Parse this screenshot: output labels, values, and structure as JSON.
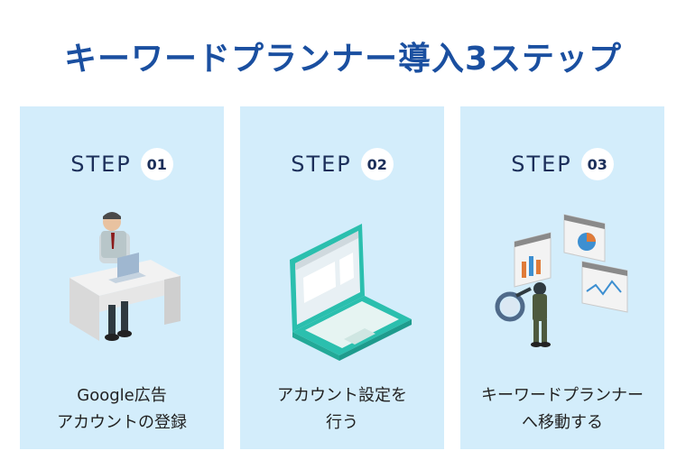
{
  "title": "キーワードプランナー導入3ステップ",
  "steps": [
    {
      "label": "STEP",
      "number": "01",
      "caption_lines": [
        "Google広告",
        "アカウントの登録"
      ]
    },
    {
      "label": "STEP",
      "number": "02",
      "caption_lines": [
        "アカウント設定を",
        "行う"
      ]
    },
    {
      "label": "STEP",
      "number": "03",
      "caption_lines": [
        "キーワードプランナー",
        "へ移動する"
      ]
    }
  ],
  "colors": {
    "title": "#1a4fa0",
    "card_bg": "#d3edfb",
    "step_text": "#1c2f5a",
    "laptop": "#2bbfae"
  },
  "icons": {
    "step1": "man-at-desk-with-laptop",
    "step2": "laptop-icon",
    "step3": "person-with-magnifier-and-charts"
  }
}
